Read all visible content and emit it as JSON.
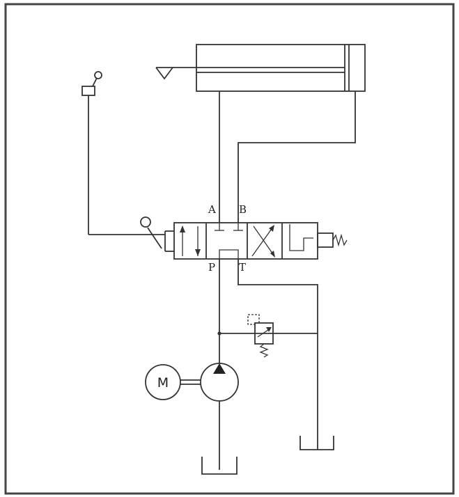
{
  "ports": {
    "a": "A",
    "b": "B",
    "p": "P",
    "t": "T"
  },
  "motor": {
    "label": "M"
  },
  "colors": {
    "line": "#333333",
    "frame": "#444444",
    "background": "#ffffff"
  }
}
